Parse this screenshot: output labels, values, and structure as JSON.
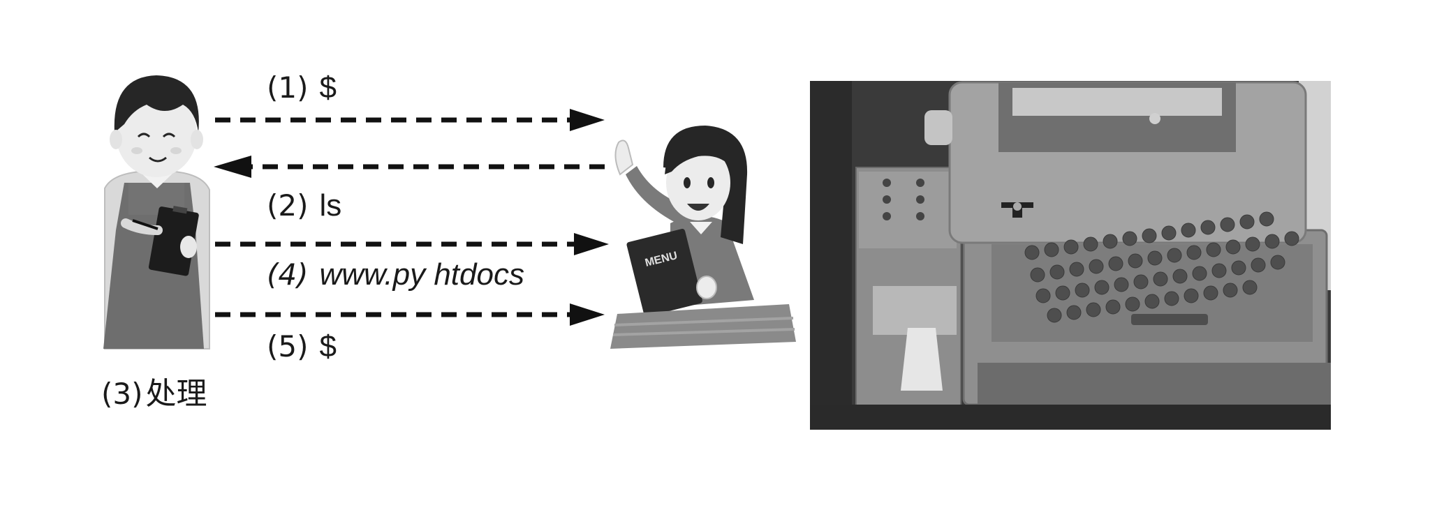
{
  "steps": [
    {
      "num": "(1)",
      "cmd": "$"
    },
    {
      "num": "(2)",
      "cmd": "ls"
    },
    {
      "num": "(3)",
      "text": "处理"
    },
    {
      "num": "(4)",
      "cmd": "www.py htdocs"
    },
    {
      "num": "(5)",
      "cmd": "$"
    }
  ],
  "menu_text": "MENU",
  "colors": {
    "ink": "#1a1a1a",
    "arrow": "#111111",
    "apron": "#6e6e6e",
    "shirt": "#d9d9d9",
    "hair": "#262626",
    "skin": "#e8e8e8",
    "table": "#8a8a8a",
    "teletype_body": "#8f8f8f",
    "teletype_dark": "#2e2e2e",
    "key": "#555555"
  }
}
